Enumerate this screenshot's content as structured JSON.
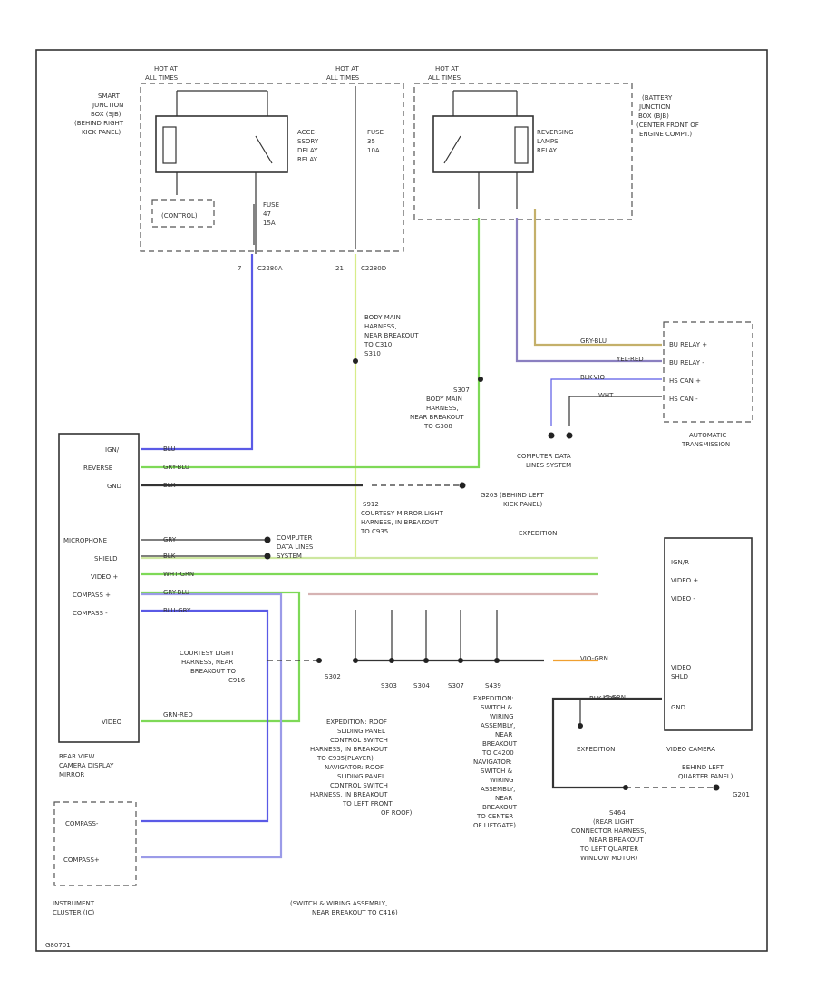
{
  "labels": {
    "hot1": [
      "HOT AT",
      "ALL TIMES"
    ],
    "hot2": [
      "HOT AT",
      "ALL TIMES"
    ],
    "hot3": [
      "HOT AT",
      "ALL TIMES"
    ],
    "sjb": [
      "SMART",
      "JUNCTION",
      "BOX (SJB)",
      "(BEHIND RIGHT",
      "KICK PANEL)"
    ],
    "acc_relay": [
      "ACCE-",
      "SSORY",
      "DELAY",
      "RELAY"
    ],
    "fuse1": [
      "FUSE",
      "47",
      "15A"
    ],
    "fuse2": [
      "FUSE",
      "35",
      "10A"
    ],
    "control": "(CONTROL)",
    "c2280a": [
      "7",
      "C2280A"
    ],
    "c2280b": [
      "21",
      "C2280D"
    ],
    "bjb": [
      "(BATTERY",
      "JUNCTION",
      "BOX (BJB)",
      "(CENTER FRONT OF",
      "ENGINE COMPT.)"
    ],
    "rev_relay": [
      "REVERSING",
      "LAMPS",
      "RELAY"
    ],
    "s1": [
      "BODY MAIN",
      "HARNESS,",
      "NEAR BREAKOUT",
      "TO C310",
      "S310"
    ],
    "s2": [
      "S307",
      "BODY MAIN",
      "HARNESS,",
      "NEAR BREAKOUT",
      "TO G308"
    ],
    "trans_pins": [
      "BU RELAY +",
      "BU RELAY -",
      "HS CAN +",
      "HS CAN -"
    ],
    "trans": [
      "AUTOMATIC",
      "TRANSMISSION"
    ],
    "comp_data1": [
      "COMPUTER DATA",
      "LINES SYSTEM"
    ],
    "comp_data2": [
      "COMPUTER",
      "DATA LINES",
      "SYSTEM"
    ],
    "mirror_pins": [
      "IGN/",
      "REVERSE",
      "GND",
      "",
      "",
      "MICROPHONE",
      "SHIELD",
      "VIDEO +",
      "COMPASS +",
      "COMPASS -",
      "",
      "",
      "",
      "",
      "",
      "VIDEO"
    ],
    "mirror": [
      "REAR VIEW",
      "CAMERA DISPLAY",
      "MIRROR"
    ],
    "g203": [
      "G203 (BEHIND LEFT",
      "KICK PANEL)"
    ],
    "s912": [
      "S912",
      "COURTESY MIRROR LIGHT",
      "HARNESS, IN BREAKOUT",
      "TO C935"
    ],
    "expedition_top": "EXPEDITION",
    "camera_pins": [
      "IGN/R",
      "VIDEO +",
      "VIDEO -",
      "VIDEO",
      "SHLD",
      "GND"
    ],
    "camera": "VIDEO CAMERA",
    "courtesy": [
      "COURTESY LIGHT",
      "HARNESS, NEAR",
      "BREAKOUT TO",
      "C916"
    ],
    "splices": [
      "S302",
      "S303",
      "S304",
      "S307",
      "S439"
    ],
    "expedition_roof": [
      "EXPEDITION: ROOF",
      "SLIDING PANEL",
      "CONTROL SWITCH",
      "HARNESS, IN BREAKOUT",
      "TO C935(PLAYER)",
      "NAVIGATOR: ROOF",
      "SLIDING PANEL",
      "CONTROL SWITCH",
      "HARNESS, IN BREAKOUT",
      "TO LEFT FRONT",
      "OF ROOF)"
    ],
    "expedition_sw": [
      "EXPEDITION:",
      "SWITCH &",
      "WIRING",
      "ASSEMBLY,",
      "NEAR",
      "BREAKOUT",
      "TO C4200",
      "NAVIGATOR:",
      "SWITCH &",
      "WIRING",
      "ASSEMBLY,",
      "NEAR",
      "BREAKOUT",
      "TO CENTER",
      "OF LIFTGATE)"
    ],
    "expedition_bottom": "EXPEDITION",
    "g201": [
      "BEHIND LEFT",
      "QUARTER PANEL)",
      "G201"
    ],
    "s464": [
      "S464",
      "(REAR LIGHT",
      "CONNECTOR HARNESS,",
      "NEAR BREAKOUT",
      "TO LEFT QUARTER",
      "WINDOW MOTOR)"
    ],
    "ic_pins": [
      "COMPASS-",
      "COMPASS+"
    ],
    "ic": [
      "INSTRUMENT",
      "CLUSTER (IC)"
    ],
    "sw_wiring": [
      "(SWITCH & WIRING ASSEMBLY,",
      "NEAR BREAKOUT TO C416)"
    ],
    "corner": "G80701",
    "wire_codes": [
      "BLU",
      "GRY-BLU",
      "BLK",
      "GRY",
      "BLK",
      "WHT-GRN",
      "GRY-BLU",
      "BLU-GRY",
      "GRN-RED"
    ],
    "wire_codes2": [
      "GRY-BLU",
      "YEL-RED",
      "BLK-VIO",
      "WHT",
      "VIO-GRN",
      "BLK-GRN",
      "LT GRN"
    ]
  },
  "colors": {
    "blue": "#5a5ae6",
    "green": "#7ed957",
    "yellow_green": "#d7ec8a",
    "dark": "#333333",
    "brown": "#8a6d4a",
    "orange": "#f0a030",
    "violet": "#8a7fc0",
    "pink": "#d6b3b3"
  }
}
